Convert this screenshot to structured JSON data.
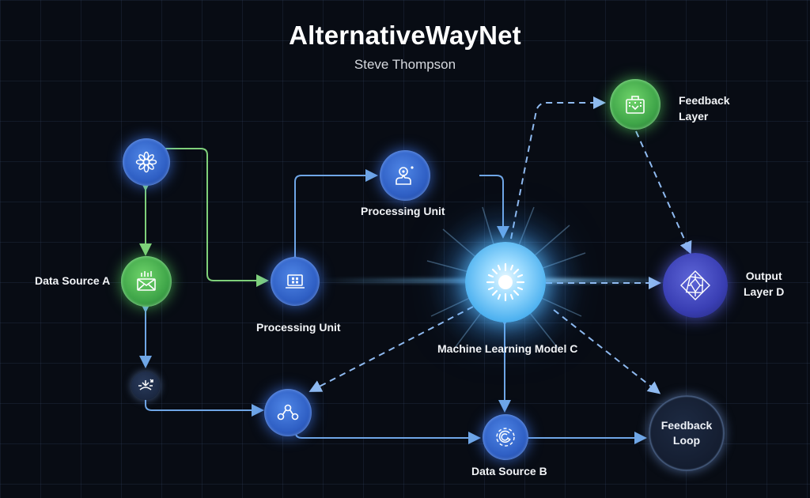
{
  "title": "AlternativeWayNet",
  "subtitle": "Steve Thompson",
  "colors": {
    "background": "#080c14",
    "grid": "#1c2838",
    "blue_node": "#3a6fd6",
    "green_node": "#4cb552",
    "purple_node": "#3a3fb4",
    "core_node": "#6cc8f8",
    "link_blue": "#6fa6e6",
    "link_green": "#7fd07a"
  },
  "nodes": [
    {
      "id": "top-left-gear",
      "icon": "gear-flower-icon",
      "label": "",
      "style": "blue"
    },
    {
      "id": "data-source-a",
      "icon": "mail-icon",
      "label": "Data Source A",
      "style": "green"
    },
    {
      "id": "small-split",
      "icon": "split-arrows-icon",
      "label": "",
      "style": "small"
    },
    {
      "id": "processing-unit-1",
      "icon": "laptop-icon",
      "label": "Processing Unit",
      "style": "blue"
    },
    {
      "id": "processing-unit-2",
      "icon": "user-pin-icon",
      "label": "Processing Unit",
      "style": "blue"
    },
    {
      "id": "ml-model-c",
      "icon": "sun-icon",
      "label": "Machine Learning Model C",
      "style": "core"
    },
    {
      "id": "feedback-layer",
      "icon": "briefcase-icon",
      "label": "Feedback Layer",
      "label_lines": [
        "Feedback",
        "Layer"
      ],
      "style": "green"
    },
    {
      "id": "output-layer-d",
      "icon": "network-diamond-icon",
      "label": "Output Layer D",
      "label_lines": [
        "Output",
        "Layer D"
      ],
      "style": "purple"
    },
    {
      "id": "share-node",
      "icon": "share-nodes-icon",
      "label": "",
      "style": "blue"
    },
    {
      "id": "data-source-b",
      "icon": "spiral-icon",
      "label": "Data Source B",
      "style": "blue"
    },
    {
      "id": "feedback-loop",
      "icon": "",
      "label": "Feedback Loop",
      "label_lines": [
        "Feedback",
        "Loop"
      ],
      "style": "dark"
    }
  ],
  "edges": [
    {
      "from": "data-source-a",
      "to": "top-left-gear",
      "style": "solid-green",
      "bidirectional": true
    },
    {
      "from": "top-left-gear",
      "to": "processing-unit-1",
      "style": "solid-green"
    },
    {
      "from": "data-source-a",
      "to": "small-split",
      "style": "solid-blue",
      "bidirectional": true
    },
    {
      "from": "small-split",
      "to": "share-node",
      "style": "solid-blue"
    },
    {
      "from": "share-node",
      "to": "data-source-b",
      "style": "solid-blue"
    },
    {
      "from": "data-source-b",
      "to": "feedback-loop",
      "style": "solid-blue"
    },
    {
      "from": "processing-unit-1",
      "to": "processing-unit-2",
      "style": "solid-blue",
      "bidirectional": true
    },
    {
      "from": "processing-unit-2",
      "to": "ml-model-c",
      "style": "solid-blue"
    },
    {
      "from": "processing-unit-1",
      "to": "ml-model-c",
      "style": "glow-beam"
    },
    {
      "from": "ml-model-c",
      "to": "output-layer-d",
      "style": "dashed"
    },
    {
      "from": "ml-model-c",
      "to": "feedback-layer",
      "style": "dashed"
    },
    {
      "from": "feedback-layer",
      "to": "output-layer-d",
      "style": "dashed"
    },
    {
      "from": "ml-model-c",
      "to": "share-node",
      "style": "dashed"
    },
    {
      "from": "ml-model-c",
      "to": "feedback-loop",
      "style": "dashed"
    },
    {
      "from": "ml-model-c",
      "to": "data-source-b",
      "style": "solid-blue",
      "bidirectional": true
    }
  ]
}
